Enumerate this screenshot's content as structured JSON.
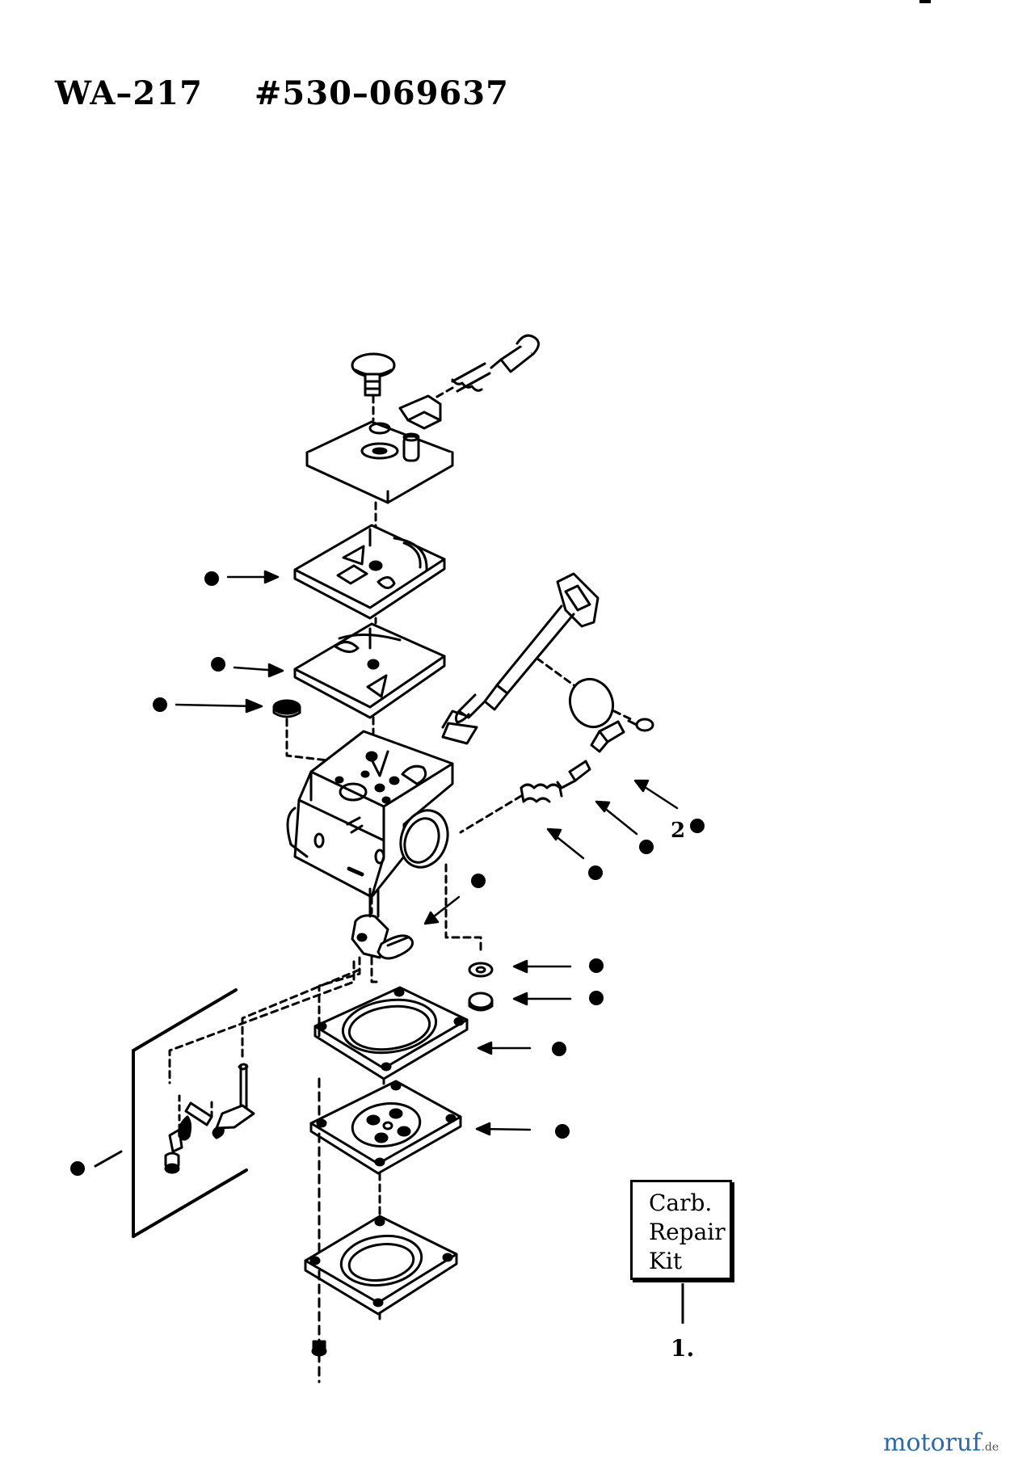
{
  "title": {
    "model": "WA–217",
    "part_number": "#530–069637"
  },
  "kit": {
    "label_lines": [
      "Carb.",
      "Repair",
      "Kit"
    ],
    "ref": "1."
  },
  "callouts": {
    "inlet_needle_qty": "2"
  },
  "watermark": {
    "brand": "motoruf",
    "tld": ".de"
  },
  "colors": {
    "ink": "#000000",
    "watermark": "#2b6aa8"
  }
}
